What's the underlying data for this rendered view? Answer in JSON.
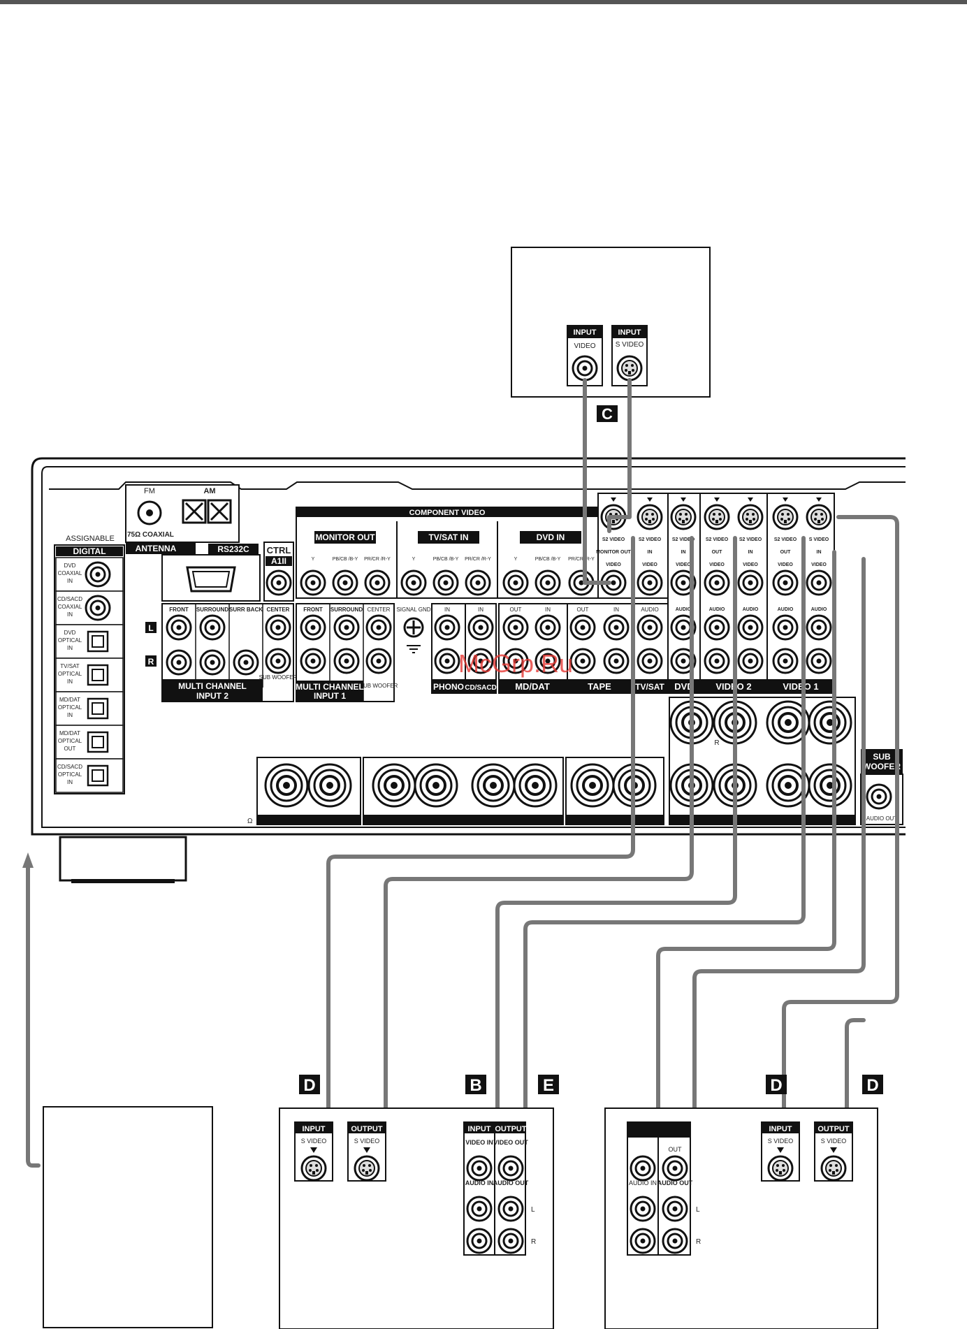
{
  "callouts": {
    "c": "C",
    "b": "B",
    "e": "E",
    "d": "D"
  },
  "watermark": "McGrp.Ru",
  "tv": {
    "input1": "INPUT",
    "video": "VIDEO",
    "input2": "INPUT",
    "svideo": "S VIDEO"
  },
  "receiver": {
    "fm": "FM",
    "am": "AM",
    "coax": "75Ω COAXIAL",
    "antenna": "ANTENNA",
    "rs232c": "RS232C",
    "ctrl1": "CTRL",
    "ctrl2": "A1II",
    "assignable": "ASSIGNABLE",
    "digital": "DIGITAL",
    "digital_inputs": [
      [
        "DVD",
        "COAXIAL",
        "IN"
      ],
      [
        "CD/SACD",
        "COAXIAL",
        "IN"
      ],
      [
        "DVD",
        "OPTICAL",
        "IN"
      ],
      [
        "TV/SAT",
        "OPTICAL",
        "IN"
      ],
      [
        "MD/DAT",
        "OPTICAL",
        "IN"
      ],
      [
        "MD/DAT",
        "OPTICAL",
        "OUT"
      ],
      [
        "CD/SACD",
        "OPTICAL",
        "IN"
      ]
    ],
    "component_video": "COMPONENT VIDEO",
    "monitor_out": "MONITOR OUT",
    "tvsat_in": "TV/SAT IN",
    "dvd_in": "DVD IN",
    "comp_y": "Y",
    "comp_pb": "PB/CB /B-Y",
    "comp_pr": "PR/CR /R-Y",
    "l": "L",
    "r": "R",
    "mc2": {
      "front": "FRONT",
      "surround": "SURROUND",
      "surr_back": "SURR BACK",
      "center": "CENTER",
      "sub": "SUB WOOFER",
      "label1": "MULTI CHANNEL",
      "label2": "INPUT 2"
    },
    "mc1": {
      "front": "FRONT",
      "surround": "SURROUND",
      "center": "CENTER",
      "sub": "SUB WOOFER",
      "label1": "MULTI CHANNEL",
      "label2": "INPUT 1"
    },
    "signal_gnd": "SIGNAL GND",
    "in": "IN",
    "out": "OUT",
    "phono": "PHONO",
    "cdsacd": "CD/SACD",
    "mddat": "MD/DAT",
    "tape": "TAPE",
    "tvsat": "TV/SAT",
    "dvd": "DVD",
    "video2": "VIDEO 2",
    "video1": "VIDEO 1",
    "s2video": "S2 VIDEO",
    "svideo": "S VIDEO",
    "video_lbl": "VIDEO",
    "audio_lbl": "AUDIO",
    "monitor_out_small": "MONITOR OUT",
    "sub_woofer1": "SUB",
    "sub_woofer2": "WOOFER",
    "audio_out": "AUDIO OUT",
    "ohm": "Ω"
  },
  "vcr_left": {
    "input": "INPUT",
    "output": "OUTPUT",
    "svideo_in": "S VIDEO",
    "svideo_out": "S VIDEO",
    "input2": "INPUT",
    "output2": "OUTPUT",
    "video_in": "VIDEO IN",
    "video_out": "VIDEO OUT",
    "audio_in": "AUDIO IN",
    "audio_out": "AUDIO OUT",
    "l": "L",
    "r": "R"
  },
  "vcr_right": {
    "out": "OUT",
    "audio_in": "AUDIO IN",
    "audio_out": "AUDIO OUT",
    "l": "L",
    "r": "R",
    "input": "INPUT",
    "output": "OUTPUT",
    "svideo_in": "S VIDEO",
    "svideo_out": "S VIDEO"
  }
}
